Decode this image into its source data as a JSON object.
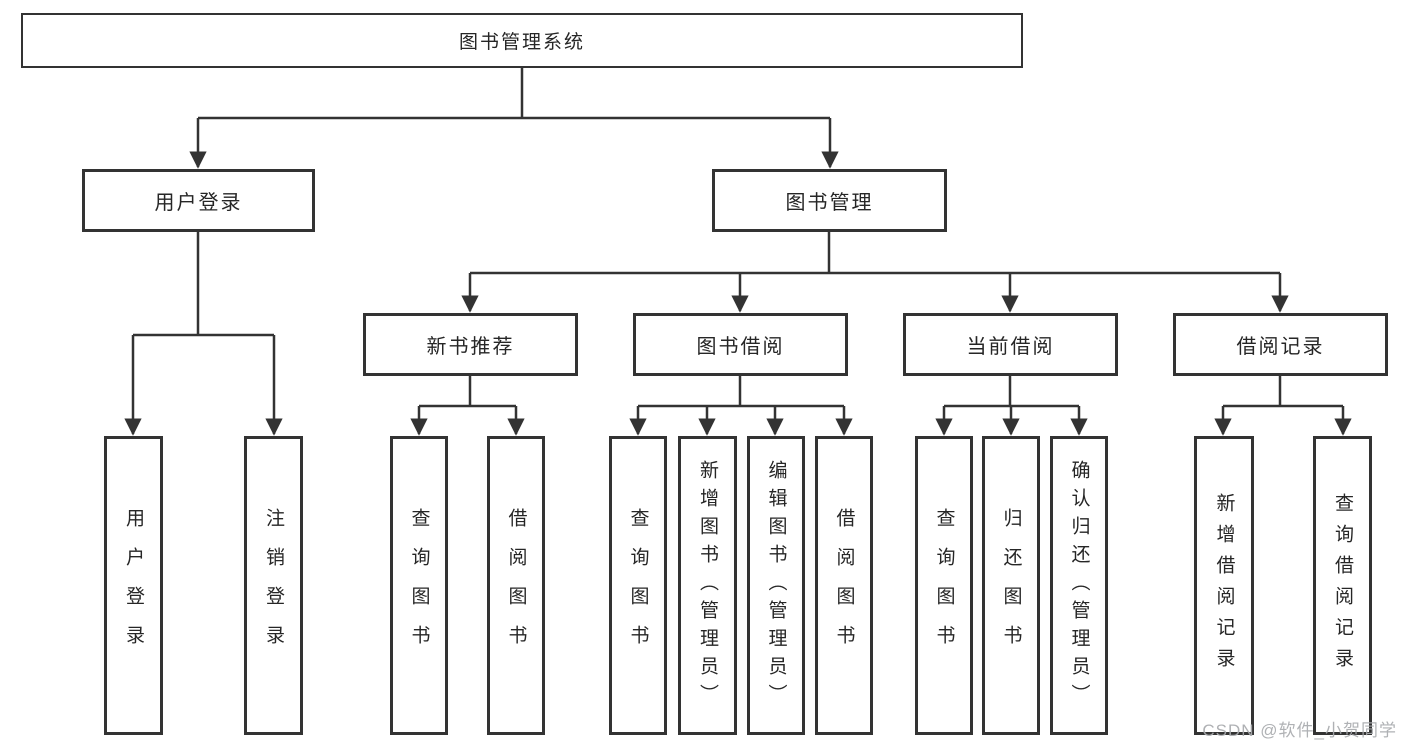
{
  "diagram": {
    "root": {
      "label": "图书管理系统"
    },
    "level1": [
      {
        "label": "用户登录"
      },
      {
        "label": "图书管理"
      }
    ],
    "level2": [
      {
        "label": "新书推荐"
      },
      {
        "label": "图书借阅"
      },
      {
        "label": "当前借阅"
      },
      {
        "label": "借阅记录"
      }
    ],
    "leaves": [
      {
        "id": "user-login",
        "parent": "用户登录",
        "label": "用户登录"
      },
      {
        "id": "logout",
        "parent": "用户登录",
        "label": "注销登录"
      },
      {
        "id": "query-books-rec",
        "parent": "新书推荐",
        "label": "查询图书"
      },
      {
        "id": "borrow-books-rec",
        "parent": "新书推荐",
        "label": "借阅图书"
      },
      {
        "id": "query-books-borrow",
        "parent": "图书借阅",
        "label": "查询图书"
      },
      {
        "id": "add-book-admin",
        "parent": "图书借阅",
        "label": "新增图书（管理员）"
      },
      {
        "id": "edit-book-admin",
        "parent": "图书借阅",
        "label": "编辑图书（管理员）"
      },
      {
        "id": "borrow-books-borrow",
        "parent": "图书借阅",
        "label": "借阅图书"
      },
      {
        "id": "query-books-current",
        "parent": "当前借阅",
        "label": "查询图书"
      },
      {
        "id": "return-books",
        "parent": "当前借阅",
        "label": "归还图书"
      },
      {
        "id": "confirm-return-admin",
        "parent": "当前借阅",
        "label": "确认归还（管理员）"
      },
      {
        "id": "add-borrow-record",
        "parent": "借阅记录",
        "label": "新增借阅记录"
      },
      {
        "id": "query-borrow-record",
        "parent": "借阅记录",
        "label": "查询借阅记录"
      }
    ]
  },
  "watermark": {
    "text": "CSDN @软件_小贺同学"
  },
  "colors": {
    "line": "#333333",
    "box_border": "#333333",
    "text": "#262626",
    "watermark": "#a9abae",
    "background": "#ffffff"
  }
}
